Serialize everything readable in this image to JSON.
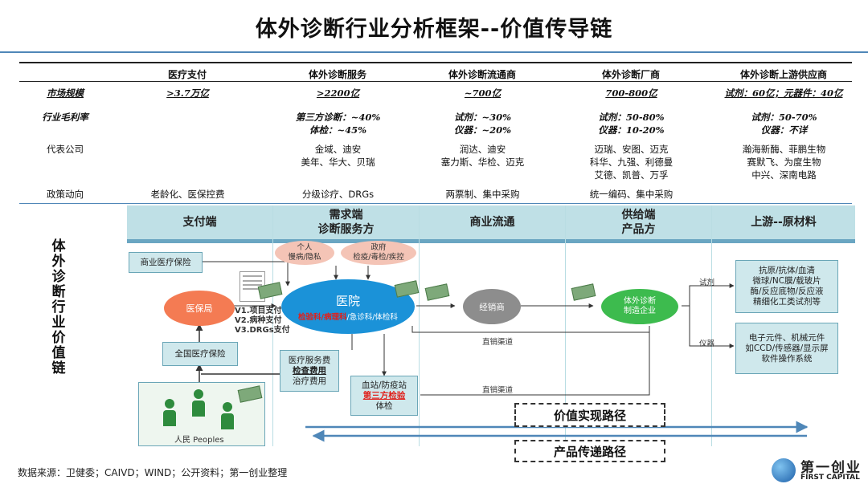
{
  "title": "体外诊断行业分析框架--价值传导链",
  "table": {
    "headers": [
      "医疗支付",
      "体外诊断服务",
      "体外诊断流通商",
      "体外诊断厂商",
      "体外诊断上游供应商"
    ],
    "row_labels": [
      "市场规模",
      "行业毛利率",
      "代表公司",
      "政策动向"
    ],
    "market_size": [
      ">3.7万亿",
      ">2200亿",
      "~700亿",
      "700-800亿",
      "试剂：60亿；元器件：40亿"
    ],
    "gross_margin": [
      [
        "",
        ""
      ],
      [
        "第三方诊断：~40%",
        "体检：~45%"
      ],
      [
        "试剂：~30%",
        "仪器：~20%"
      ],
      [
        "试剂：50-80%",
        "仪器：10-20%"
      ],
      [
        "试剂：50-70%",
        "仪器：不详"
      ]
    ],
    "companies": [
      [
        "",
        "",
        ""
      ],
      [
        "金域、迪安",
        "美年、华大、贝瑞",
        ""
      ],
      [
        "润达、迪安",
        "塞力斯、华检、迈克",
        ""
      ],
      [
        "迈瑞、安图、迈克",
        "科华、九强、利德曼",
        "艾德、凯普、万孚"
      ],
      [
        "瀚海新酶、菲鹏生物",
        "赛默飞、为度生物",
        "中兴、深南电路"
      ]
    ],
    "policy": [
      "老龄化、医保控费",
      "分级诊疗、DRGs",
      "两票制、集中采购",
      "统一编码、集中采购",
      ""
    ]
  },
  "chain": {
    "vertical_label": "体外诊断行业价值链",
    "columns": [
      "支付端",
      "需求端\n诊断服务方",
      "商业流通",
      "供给端\n产品方",
      "上游--原材料"
    ],
    "commercial_insurance": "商业医疗保险",
    "medical_insurance_bureau": "医保局",
    "national_insurance": "全国医疗保险",
    "payment_versions": [
      "V1.项目支付",
      "V2.病种支付",
      "V3.DRGs支付"
    ],
    "individual": [
      "个人",
      "慢病/隐私"
    ],
    "government": [
      "政府",
      "检疫/毒检/疾控"
    ],
    "hospital": "医院",
    "hospital_depts_highlight": "检验科/病理科",
    "hospital_depts_rest": "/急诊科/体检科",
    "distributor": "经销商",
    "manufacturer": [
      "体外诊断",
      "制造企业"
    ],
    "reagent_label": "试剂",
    "instrument_label": "仪器",
    "reagent_materials": [
      "抗原/抗体/血清",
      "微球/NC膜/载玻片",
      "酶/反应底物/反应液",
      "精细化工类试剂等"
    ],
    "instrument_materials": [
      "电子元件、机械元件",
      "如CCD/传感器/显示屏",
      "软件操作系统"
    ],
    "direct_channel_1": "直销渠道",
    "direct_channel_2": "直销渠道",
    "medical_fee": [
      "医疗服务费",
      "检查费用",
      "治疗费用"
    ],
    "third_party": [
      "血站/防疫站",
      "第三方检验",
      "体检"
    ],
    "people": "人民 Peoples",
    "value_path": "价值实现路径",
    "product_path": "产品传递路径"
  },
  "footer": "数据来源：卫健委；CAIVD；WIND；公开资料；第一创业整理",
  "logo": {
    "cn": "第一创业",
    "en": "FIRST CAPITAL"
  },
  "colors": {
    "accent": "#4f87b8",
    "teal": "#bfe0e6",
    "hospital": "#1b92d8",
    "insurance": "#f47b53",
    "manufacturer": "#3dbb4e",
    "highlight": "#e0201b"
  }
}
